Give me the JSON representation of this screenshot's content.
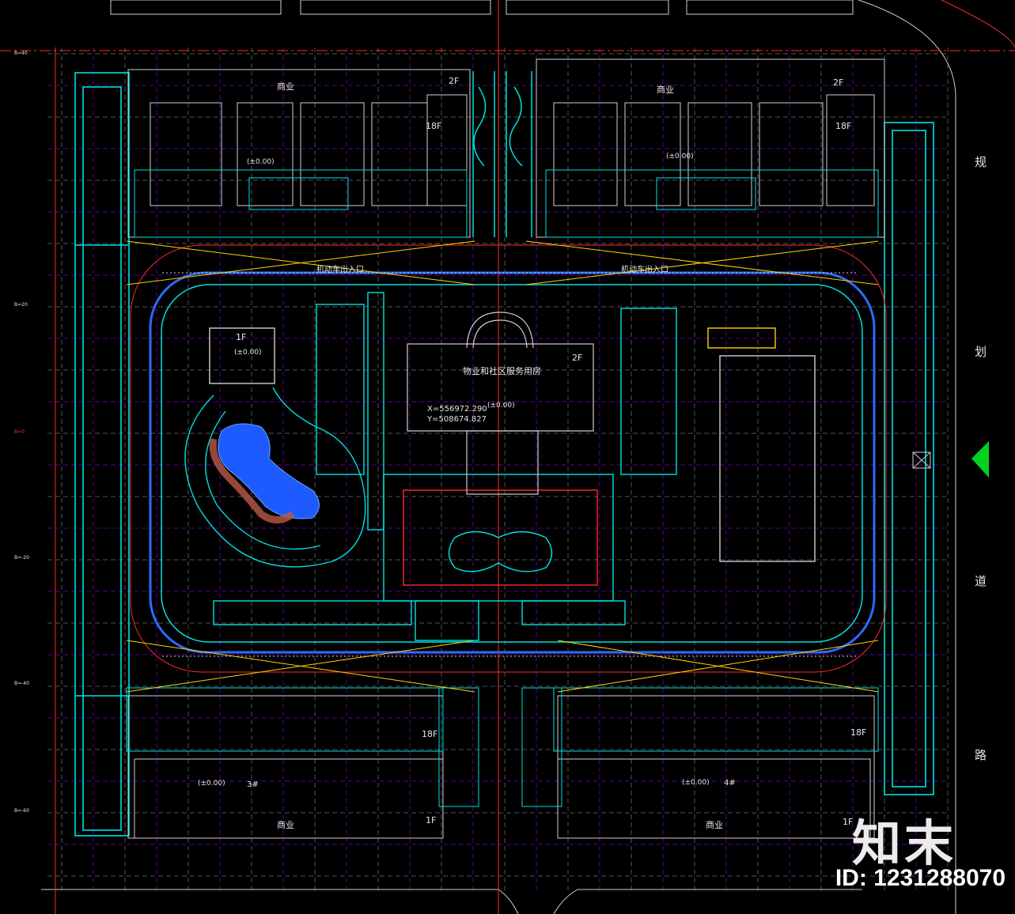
{
  "colors": {
    "background": "#000000",
    "building_outline": "#cfcfcf",
    "landscape": "#00e0e0",
    "road_blue": "#2a6cff",
    "road_red": "#ff2a2a",
    "grid_purple": "#b000ff",
    "grid_white": "#9a9a9a",
    "pool": "#1e5bff",
    "north_arrow": "#00d020",
    "parking_lines": "#ffd200"
  },
  "buildings": {
    "top_left": {
      "commercial": "商业",
      "floors": "2F",
      "tower_floors": "18F",
      "elevation": "(±0.00)"
    },
    "top_right": {
      "commercial": "商业",
      "floors": "2F",
      "tower_floors": "18F",
      "elevation": "(±0.00)"
    },
    "bottom_left": {
      "commercial": "商业",
      "floors": "1F",
      "tower_floors": "18F",
      "elevation": "(±0.00)",
      "number": "3#"
    },
    "bottom_right": {
      "commercial": "商业",
      "floors": "1F",
      "tower_floors": "18F",
      "elevation": "(±0.00)",
      "number": "4#"
    },
    "pavilion": {
      "floors": "1F",
      "elevation": "(±0.00)"
    }
  },
  "center": {
    "name": "物业和社区服务用房",
    "floors": "2F",
    "elevation": "(±0.00)",
    "coord_x": "X=556972.290",
    "coord_y": "Y=508674.827"
  },
  "entrances": {
    "left": "机动车出入口",
    "right": "机动车出入口"
  },
  "road_label": [
    "规",
    "划",
    "道",
    "路"
  ],
  "grid_labels": [
    "B=40",
    "B=20",
    "B=0",
    "B=-20",
    "B=-40",
    "B=-60"
  ],
  "watermark": {
    "brand": "知末",
    "id": "ID: 1231288070"
  }
}
